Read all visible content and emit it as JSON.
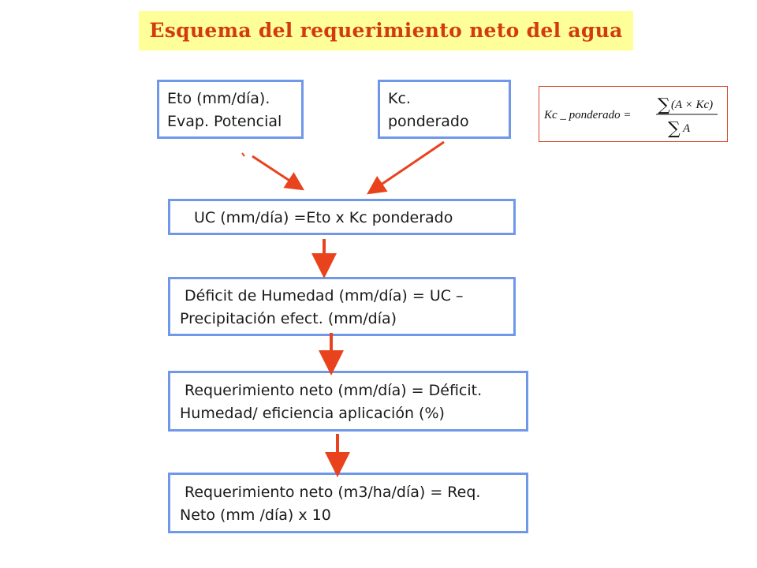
{
  "title": "Esquema del requerimiento neto del agua",
  "boxes": {
    "eto": {
      "line1": "Eto (mm/día).",
      "line2": "Evap. Potencial"
    },
    "kc": {
      "line1": "Kc.",
      "line2": "ponderado"
    },
    "uc": {
      "line1": "UC (mm/día) =Eto x Kc ponderado"
    },
    "deficit": {
      "line1": "Déficit de Humedad (mm/día) = UC –",
      "line2": "Precipitación efect. (mm/día)"
    },
    "req_mm": {
      "line1": "Requerimiento neto (mm/día) = Déficit.",
      "line2": "Humedad/ eficiencia aplicación (%)"
    },
    "req_m3": {
      "line1": "Requerimiento neto (m3/ha/día) = Req.",
      "line2": "Neto (mm /día) x 10"
    }
  },
  "formula": {
    "lhs": "Kc _ ponderado =",
    "sigma": "∑",
    "numerator": "(A × Kc)",
    "denominator": "A"
  },
  "colors": {
    "title": "#d43a0f",
    "title_bg": "#ffff99",
    "box_border": "#6f97ea",
    "arrow": "#e8431c"
  }
}
